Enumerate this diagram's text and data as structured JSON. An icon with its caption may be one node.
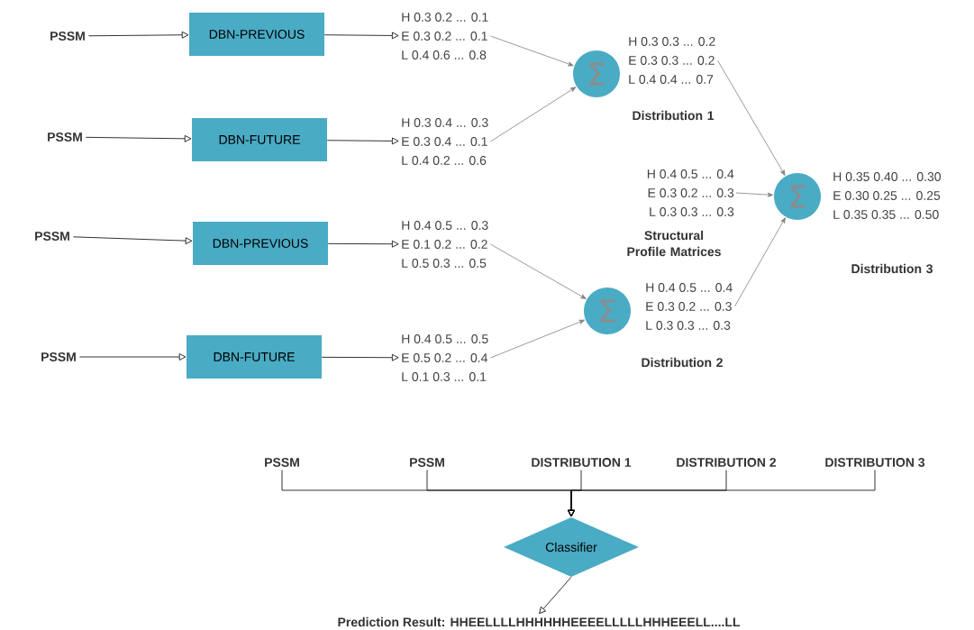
{
  "diagram": {
    "nodes": [
      {
        "text": [
          "PSSM"
        ]
      },
      {
        "text": [
          "DBN-PREVIOUS"
        ]
      },
      {
        "text": [
          "H 0.3 0.2 ... 0.1",
          "E 0.3 0.2 ... 0.1",
          "L 0.4 0.6 ... 0.8"
        ]
      },
      {
        "text": [
          "PSSM"
        ]
      },
      {
        "text": [
          "DBN-FUTURE"
        ]
      },
      {
        "text": [
          "H 0.3 0.4 ... 0.3",
          "E 0.3 0.4 ... 0.1",
          "L 0.4 0.2 ... 0.6"
        ]
      },
      {
        "text": [
          "PSSM"
        ]
      },
      {
        "text": [
          "DBN-PREVIOUS"
        ]
      },
      {
        "text": [
          "H 0.4 0.5 ... 0.3",
          "E 0.1 0.2 ... 0.2",
          "L 0.5 0.3 ... 0.5"
        ]
      },
      {
        "text": [
          "PSSM"
        ]
      },
      {
        "text": [
          "DBN-FUTURE"
        ]
      },
      {
        "text": [
          "H 0.4 0.5 ... 0.5",
          "E 0.5 0.2 ... 0.4",
          "L 0.1 0.3 ... 0.1"
        ]
      },
      {
        "text": [
          "Σ"
        ]
      },
      {
        "text": [
          "H 0.3 0.3 ... 0.2",
          "E 0.3 0.3 ... 0.2",
          "L 0.4 0.4 ... 0.7"
        ],
        "beside": [
          "Distribution 1"
        ]
      },
      {
        "text": [
          "H 0.4 0.5 ... 0.4",
          "E 0.3 0.2 ... 0.3",
          "L 0.3 0.3 ... 0.3"
        ],
        "beside": [
          "Structural Profile Matrices"
        ]
      },
      {
        "text": [
          "Σ"
        ]
      },
      {
        "text": [
          "H 0.35 0.40 ... 0.30",
          "E 0.30 0.25 ... 0.25",
          "L 0.35 0.35 ... 0.50"
        ],
        "beside": [
          "Distribution 3"
        ]
      },
      {
        "text": [
          "Σ"
        ]
      },
      {
        "text": [
          "H 0.4 0.5 ... 0.4",
          "E 0.3 0.2 ... 0.3",
          "L 0.3 0.3 ... 0.3"
        ],
        "beside": [
          "Distribution 2"
        ]
      },
      {
        "text": [
          "PSSM"
        ]
      },
      {
        "text": [
          "PSSM"
        ]
      },
      {
        "text": [
          "DISTRIBUTION 1"
        ]
      },
      {
        "text": [
          "DISTRIBUTION 2"
        ]
      },
      {
        "text": [
          "DISTRIBUTION 3"
        ]
      },
      {
        "text": [
          "Classifier"
        ]
      },
      {
        "text": [
          "Prediction Result: HHEELLLLHHHHHHEEEELLLLLHHHEEELL....LL"
        ]
      }
    ],
    "edges": [
      {
        "from": 0,
        "to": 1,
        "arrow": "to"
      },
      {
        "from": 1,
        "to": 2,
        "arrow": "to"
      },
      {
        "from": 3,
        "to": 4,
        "arrow": "to"
      },
      {
        "from": 4,
        "to": 5,
        "arrow": "to"
      },
      {
        "from": 6,
        "to": 7,
        "arrow": "to"
      },
      {
        "from": 7,
        "to": 8,
        "arrow": "to"
      },
      {
        "from": 9,
        "to": 10,
        "arrow": "to"
      },
      {
        "from": 10,
        "to": 11,
        "arrow": "to"
      },
      {
        "from": 2,
        "to": 12,
        "arrow": "to",
        "color": "#808080"
      },
      {
        "from": 5,
        "to": 12,
        "arrow": "to",
        "color": "#808080"
      },
      {
        "from": 8,
        "to": 17,
        "arrow": "to",
        "color": "#808080"
      },
      {
        "from": 11,
        "to": 17,
        "arrow": "to",
        "color": "#808080"
      },
      {
        "from": 13,
        "to": 15,
        "arrow": "to",
        "color": "#808080"
      },
      {
        "from": 14,
        "to": 15,
        "arrow": "to",
        "color": "#808080"
      },
      {
        "from": 18,
        "to": 15,
        "arrow": "to",
        "color": "#808080"
      },
      {
        "from": 19,
        "to": 24,
        "arrow": "to"
      },
      {
        "from": 20,
        "to": 24,
        "arrow": "to"
      },
      {
        "from": 21,
        "to": 24,
        "arrow": "to"
      },
      {
        "from": 22,
        "to": 24,
        "arrow": "to"
      },
      {
        "from": 23,
        "to": 24,
        "arrow": "to"
      },
      {
        "from": 24,
        "to": 25,
        "arrow": "to"
      }
    ]
  }
}
